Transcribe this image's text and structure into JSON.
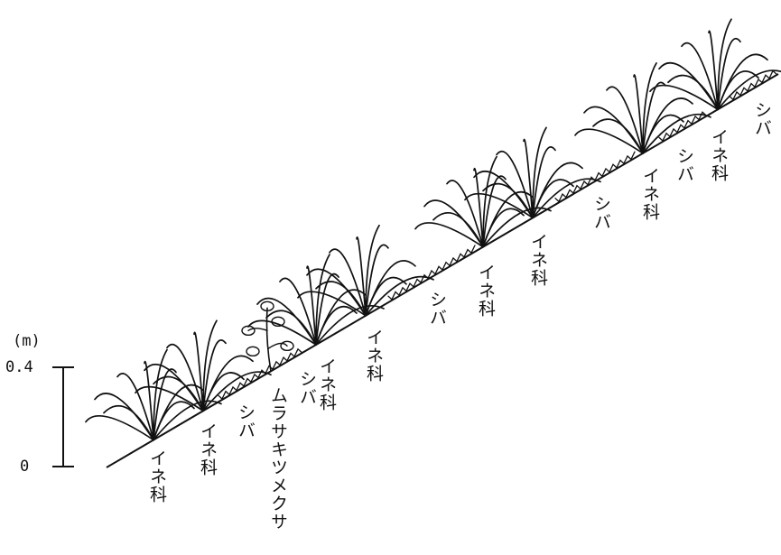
{
  "scale": {
    "unit": "(m)",
    "top_value": "0.4",
    "bottom_value": "0"
  },
  "labels": [
    {
      "id": "l1",
      "text": "イネ科"
    },
    {
      "id": "l2",
      "text": "イネ科"
    },
    {
      "id": "l3",
      "text": "シバ"
    },
    {
      "id": "l4",
      "text": "ムラサキツメクサ"
    },
    {
      "id": "l5",
      "text": "シバ"
    },
    {
      "id": "l6",
      "text": "イネ科"
    },
    {
      "id": "l7",
      "text": "イネ科"
    },
    {
      "id": "l8",
      "text": "シバ"
    },
    {
      "id": "l9",
      "text": "イネ科"
    },
    {
      "id": "l10",
      "text": "イネ科"
    },
    {
      "id": "l11",
      "text": "シバ"
    },
    {
      "id": "l12",
      "text": "イネ科"
    },
    {
      "id": "l13",
      "text": "シバ"
    },
    {
      "id": "l14",
      "text": "イネ科"
    },
    {
      "id": "l15",
      "text": "シバ"
    }
  ],
  "colors": {
    "ink": "#111111",
    "background": "#ffffff"
  }
}
